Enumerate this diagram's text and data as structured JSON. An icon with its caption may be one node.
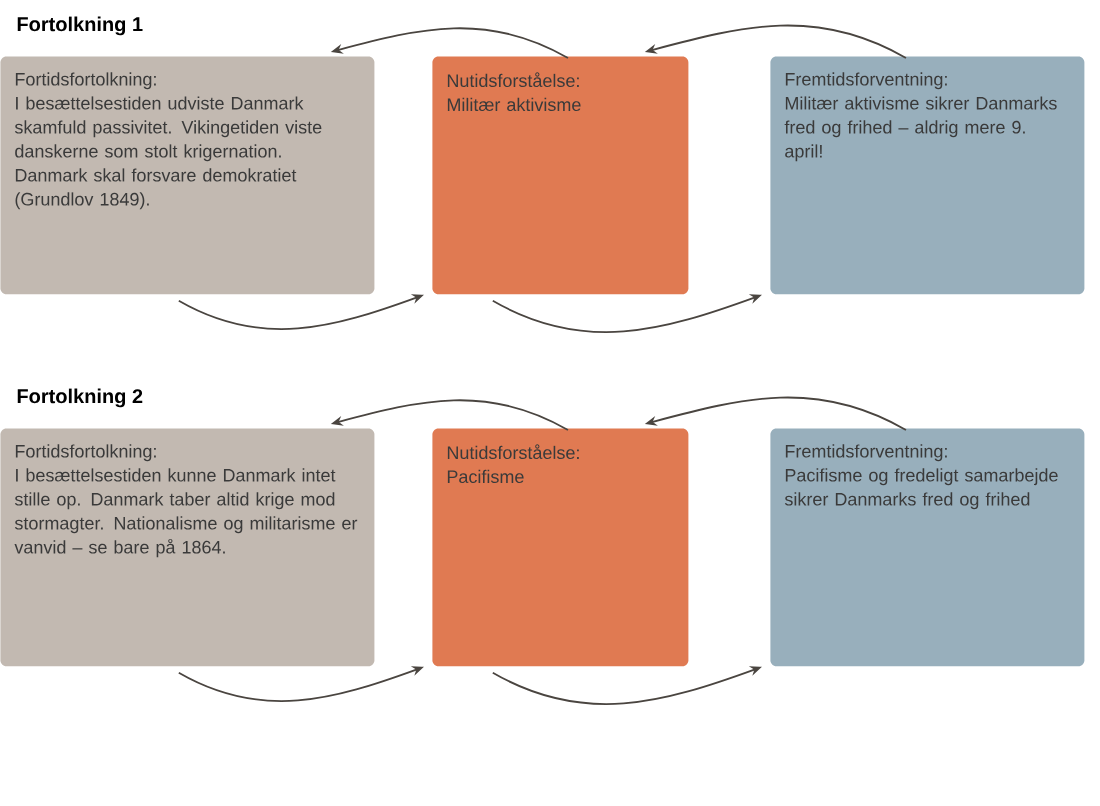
{
  "diagram": {
    "nodes": [
      {
        "text": [
          "Fortidsfortolkning:",
          "I besættelsestiden udviste Danmark skamfuld passivitet. Vikingetiden viste danskerne som stolt krigernation. Danmark skal forsvare demokratiet (Grundlov 1849)."
        ]
      },
      {
        "text": [
          "Nutidsforståelse:",
          "Militær aktivisme"
        ]
      },
      {
        "text": [
          "Fremtidsforventning:",
          "Militær aktivisme sikrer Danmarks fred og frihed – aldrig mere 9. april!"
        ]
      },
      {
        "text": [
          "Fortidsfortolkning:",
          "I besættelsestiden kunne Danmark intet stille op. Danmark taber altid krige mod stormagter. Nationalisme og militarisme er vanvid – se bare på 1864."
        ]
      },
      {
        "text": [
          "Nutidsforståelse:",
          "Pacifisme"
        ]
      },
      {
        "text": [
          "Fremtidsforventning:",
          "Pacifisme og fredeligt samarbejde sikrer Danmarks fred og frihed"
        ]
      }
    ],
    "edges": [
      {
        "from": 0,
        "to": 1,
        "arrow": "to"
      },
      {
        "from": 1,
        "to": 2,
        "arrow": "to"
      },
      {
        "from": 1,
        "to": 0,
        "arrow": "to"
      },
      {
        "from": 2,
        "to": 1,
        "arrow": "to"
      },
      {
        "from": 3,
        "to": 4,
        "arrow": "to"
      },
      {
        "from": 4,
        "to": 5,
        "arrow": "to"
      },
      {
        "from": 4,
        "to": 3,
        "arrow": "to"
      },
      {
        "from": 5,
        "to": 4,
        "arrow": "to"
      }
    ],
    "labels": [
      "Fortolkning 1",
      "Fortolkning 2"
    ]
  }
}
